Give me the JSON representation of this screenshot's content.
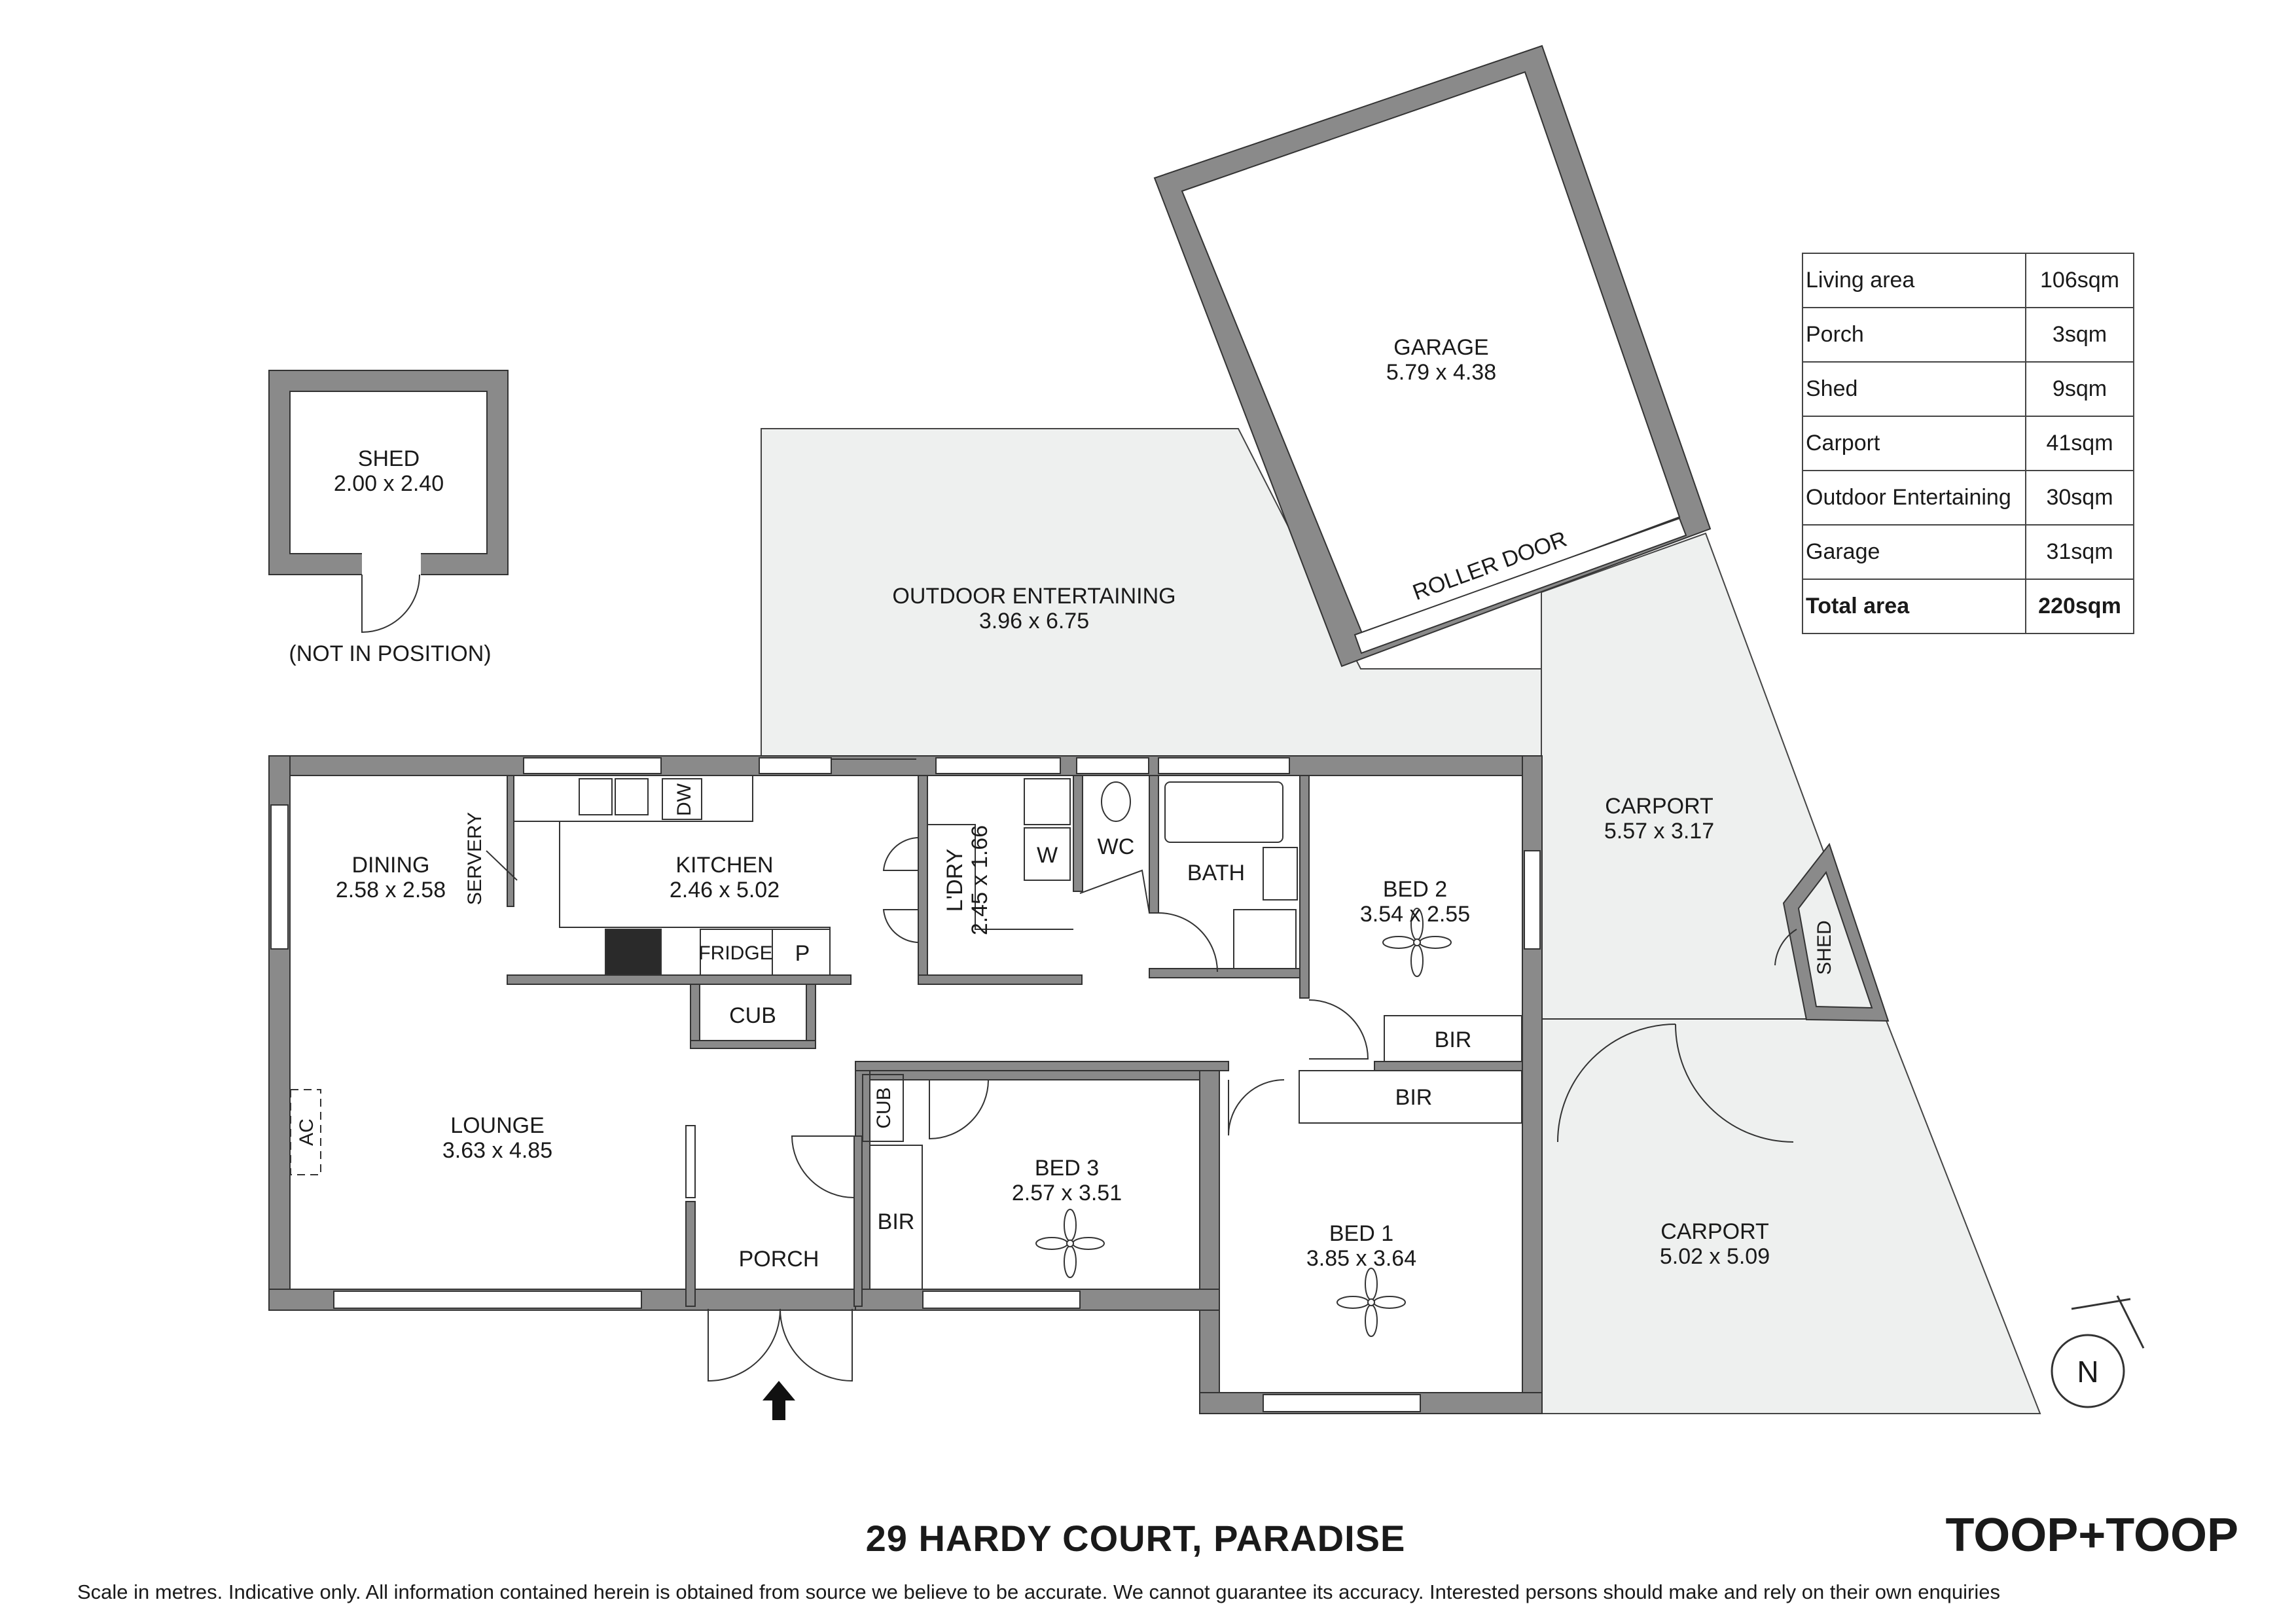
{
  "plan": {
    "title": "29 HARDY COURT, PARADISE",
    "brand": "TOOP+TOOP",
    "disclaimer": "Scale in metres. Indicative only. All information contained herein is obtained from source we believe to be accurate. We cannot guarantee its accuracy. Interested persons should make and rely on their own enquiries",
    "north_label": "N",
    "note_not_in_position": "(NOT IN POSITION)"
  },
  "rooms": {
    "shed": {
      "name": "SHED",
      "dims": "2.00 x 2.40"
    },
    "garage": {
      "name": "GARAGE",
      "dims": "5.79 x 4.38"
    },
    "roller_door": "ROLLER DOOR",
    "outdoor": {
      "name": "OUTDOOR ENTERTAINING",
      "dims": "3.96 x 6.75"
    },
    "carport1": {
      "name": "CARPORT",
      "dims": "5.57 x 3.17"
    },
    "carport2": {
      "name": "CARPORT",
      "dims": "5.02 x 5.09"
    },
    "shed_small": "SHED",
    "dining": {
      "name": "DINING",
      "dims": "2.58 x 2.58"
    },
    "servery": "SERVERY",
    "kitchen": {
      "name": "KITCHEN",
      "dims": "2.46 x 5.02"
    },
    "dw": "DW",
    "fridge": "FRIDGE",
    "pantry": "P",
    "cub_kitchen": "CUB",
    "laundry": {
      "name": "L'DRY",
      "dims": "2.45 x 1.66"
    },
    "washer": "W",
    "wc": "WC",
    "bath": "BATH",
    "bed2": {
      "name": "BED 2",
      "dims": "3.54 x 2.55"
    },
    "bir_bed2": "BIR",
    "bir_bed1": "BIR",
    "lounge": {
      "name": "LOUNGE",
      "dims": "3.63 x 4.85"
    },
    "ac": "AC",
    "cub_hall": "CUB",
    "bir_bed3": "BIR",
    "bed3": {
      "name": "BED 3",
      "dims": "2.57 x 3.51"
    },
    "bed1": {
      "name": "BED 1",
      "dims": "3.85 x 3.64"
    },
    "porch": "PORCH"
  },
  "areas": [
    {
      "label": "Living area",
      "value": "106sqm"
    },
    {
      "label": "Porch",
      "value": "3sqm"
    },
    {
      "label": "Shed",
      "value": "9sqm"
    },
    {
      "label": "Carport",
      "value": "41sqm"
    },
    {
      "label": "Outdoor Entertaining",
      "value": "30sqm"
    },
    {
      "label": "Garage",
      "value": "31sqm"
    },
    {
      "label": "Total area",
      "value": "220sqm"
    }
  ],
  "colors": {
    "wall": "#8a8a8a",
    "wall_edge": "#333333",
    "outdoor_fill": "#eef0ef",
    "line": "#333333"
  }
}
